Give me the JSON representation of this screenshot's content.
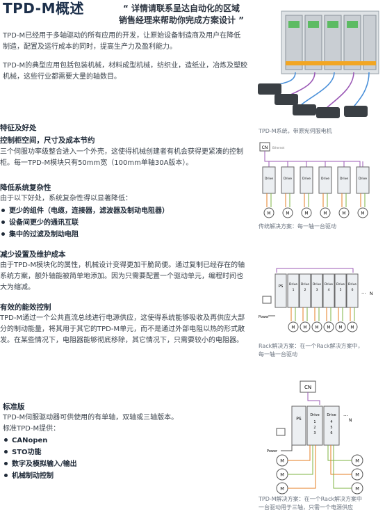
{
  "title": "TPD-M概述",
  "quote_line1": "“ 详情请联系呈达自动化的区域",
  "quote_line2": "销售经理来帮助你完成方案设计 ”",
  "intro_p1": "TPD-M已经用于多轴驱动的所有应用的开发，让原始设备制造商及用户在降低制造，配置及运行成本的同时，提高生产力及盈利能力。",
  "intro_p2": "TPD-M的典型应用包括包装机械，材料成型机械，纺织业，造纸业，冶炼及塑胶机械，这些行业都需要大量的轴数目。",
  "features_heading": "特征及好处",
  "sec1_title": "控制柜空间，尺寸及成本节约",
  "sec1_body": "三个伺服功率级整合进入一个外壳，这使得机械创建者有机会获得更紧凑的控制柜。每一TPD-M模块只有50mm宽（100mm单轴30A版本）。",
  "sec2_title": "降低系统复杂性",
  "sec2_intro": "由于以下好处，系统复杂性得以显著降低：",
  "sec2_bullets": [
    "更少的组件（电缆，连接器，滤波器及制动电阻器）",
    "设备间更少的通讯互联",
    "集中的过滤及制动电阻"
  ],
  "sec3_title": "减少设置及维护成本",
  "sec3_body": "由于TPD-M模块化的属性，机械设计变得更加干脆简便。通过复制已经存在的轴系统方案，额外轴能被简单地添加。因为只需要配置一个驱动单元，编程时间也大为缩减。",
  "sec4_title": "有效的能效控制",
  "sec4_body": "TPD-M通过一个公共直流总线进行电源供应，这使得系统能够吸收及再供应大部分的制动能量，将其用于其它的TPD-M单元，而不是通过外部电阻以热的形式散发。在某些情况下，电阻器能够彻底移除，其它情况下，只需要较小的电阻器。",
  "sec5_title": "标准版",
  "sec5_body1": "TPD-M伺服驱动器可供使用的有单轴，双轴或三轴版本。",
  "sec5_body2": "标准TPD-M提供：",
  "sec5_bullets": [
    "CANopen",
    "STO功能",
    "数字及模拟输入/输出",
    "机械制动控制"
  ],
  "fig1_caption": "TPD-M系统，带原宪伺服电机",
  "fig2_caption": "传统解决方案：每一轴一台驱动",
  "fig3_caption_1": "Rack解决方案：在一个Rack解决方案中，",
  "fig3_caption_2": "每一轴一台驱动",
  "fig4_caption_1": "TPD-M解决方案：在一个Rack解决方案中",
  "fig4_caption_2": "一台驱动用于三轴，只需一个电源供应",
  "diagram_labels": {
    "cn": "CN",
    "ethernet": "Ethernet",
    "drive": "Drive",
    "ps": "PS",
    "power": "Power",
    "motor": "M",
    "n": "N",
    "dots": "...",
    "rack_drive_nums": [
      "1",
      "2",
      "3",
      "4",
      "5",
      "6"
    ],
    "tpdm_drive_nums": "4\n5\n6",
    "tpdm_drive_nums_left": "1\n2\n3"
  },
  "colors": {
    "title": "#1c2f4a",
    "wire_purple": "#9b59b6",
    "wire_green": "#7cb342",
    "wire_orange": "#e67e22",
    "box_fill": "#eceff2",
    "motor_stroke": "#555555"
  }
}
